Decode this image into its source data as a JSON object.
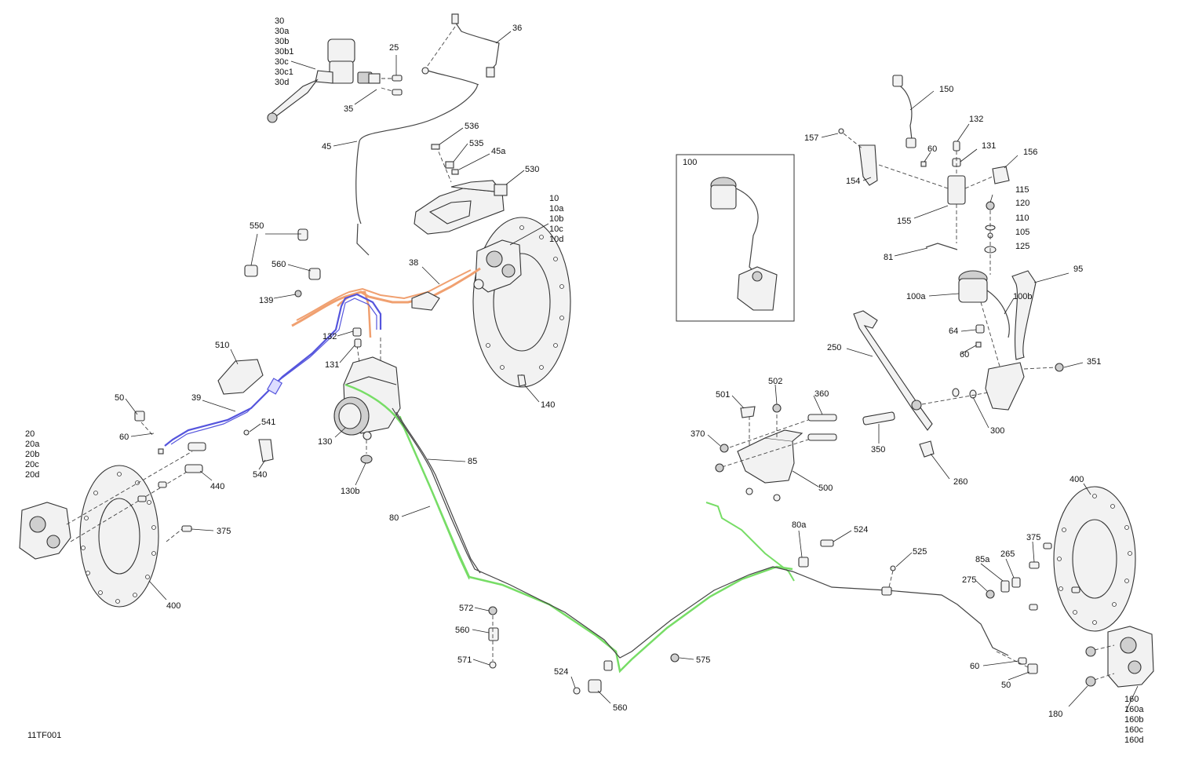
{
  "diagram_code": "11TF001",
  "inset_label": "100",
  "labels": {
    "lever": [
      "30",
      "30a",
      "30b",
      "30b1",
      "30c",
      "30c1",
      "30d"
    ],
    "front_caliper": [
      "10",
      "10a",
      "10b",
      "10c",
      "10d"
    ],
    "left_caliper": [
      "20",
      "20a",
      "20b",
      "20c",
      "20d"
    ],
    "rear_caliper": [
      "160",
      "160a",
      "160b",
      "160c",
      "160d"
    ],
    "p25": "25",
    "p35": "35",
    "p36": "36",
    "p45": "45",
    "p536": "536",
    "p535": "535",
    "p45a": "45a",
    "p530": "530",
    "p550": "550",
    "p560a": "560",
    "p139": "139",
    "p38": "38",
    "p132a": "132",
    "p131a": "131",
    "p510": "510",
    "p39": "39",
    "p50a": "50",
    "p60a": "60",
    "p541": "541",
    "p540": "540",
    "p440": "440",
    "p130": "130",
    "p130b": "130b",
    "p85": "85",
    "p80": "80",
    "p140": "140",
    "p375a": "375",
    "p400a": "400",
    "p572": "572",
    "p560b": "560",
    "p571": "571",
    "p524a": "524",
    "p560c": "560",
    "p575": "575",
    "p150": "150",
    "p157": "157",
    "p60b": "60",
    "p132b": "132",
    "p131b": "131",
    "p156": "156",
    "p154": "154",
    "p155": "155",
    "p115": "115",
    "p120": "120",
    "p110": "110",
    "p105": "105",
    "p125": "125",
    "p81": "81",
    "p95": "95",
    "p100a": "100a",
    "p100b": "100b",
    "p64": "64",
    "p60c": "60",
    "p351": "351",
    "p250": "250",
    "p501": "501",
    "p502": "502",
    "p360": "360",
    "p370": "370",
    "p300": "300",
    "p350": "350",
    "p260": "260",
    "p500": "500",
    "p80a": "80a",
    "p524b": "524",
    "p525": "525",
    "p400b": "400",
    "p375b": "375",
    "p85a": "85a",
    "p265": "265",
    "p275": "275",
    "p60d": "60",
    "p50b": "50",
    "p180": "180"
  },
  "colors": {
    "orange_line": "#f0a070",
    "blue_line": "#5555dd",
    "green_line": "#77dd66",
    "outline": "#333333"
  }
}
